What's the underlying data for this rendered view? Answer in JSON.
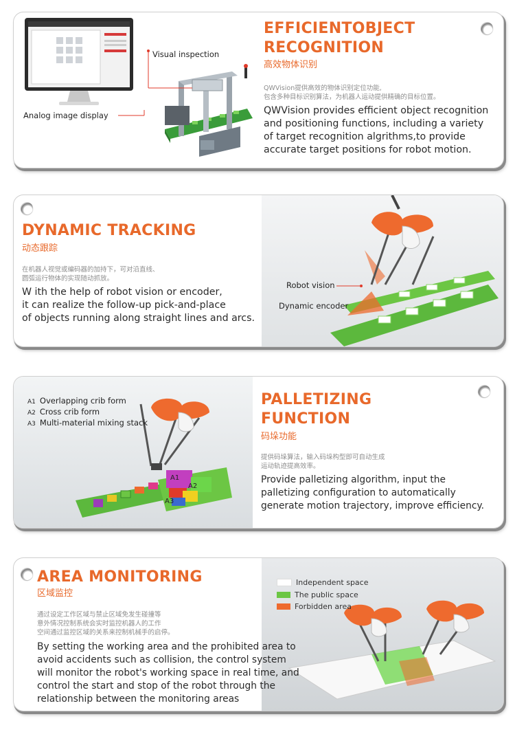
{
  "cards": [
    {
      "title_lines": [
        "EFFICIENTOBJECT",
        "RECOGNITION"
      ],
      "title_cn": "高效物体识别",
      "cn_desc": [
        "QWVision提供高效的物体识别定位功能,",
        "包含多种目标识别算法，为机器人运动提供精确的目标位置。"
      ],
      "en_desc": [
        "QWVision provides efficient object recognition",
        "and positioning functions, including a variety",
        "of target recognition algrithms,to provide",
        "accurate target positions for robot motion."
      ],
      "callouts": [
        "Visual inspection",
        "Analog image display"
      ]
    },
    {
      "title_lines": [
        "DYNAMIC TRACKING"
      ],
      "title_cn": "动态跟踪",
      "cn_desc": [
        "在机器人视觉或编码器的加持下，可对沿直线、",
        "圆弧运行物体的实现随动抓放。"
      ],
      "en_desc": [
        "W ith the help of robot vision or encoder,",
        "it can realize the follow-up pick-and-place",
        "of objects running along straight lines and arcs."
      ],
      "callouts": [
        "Robot vision",
        "Dynamic encoder"
      ]
    },
    {
      "title_lines": [
        "PALLETIZING",
        "FUNCTION"
      ],
      "title_cn": "码垛功能",
      "cn_desc": [
        "提供码垛算法，输入码垛构型即可自动生成",
        "运动轨迹提高效率。"
      ],
      "en_desc": [
        "Provide palletizing algorithm, input the",
        "palletizing configuration to automatically",
        "generate motion trajectory, improve efficiency."
      ],
      "crib_forms": [
        {
          "id": "A1",
          "label": "Overlapping crib form"
        },
        {
          "id": "A2",
          "label": "Cross crib form"
        },
        {
          "id": "A3",
          "label": "Multi-material mixing stack"
        }
      ],
      "box_labels": [
        "A1",
        "A2",
        "A3"
      ]
    },
    {
      "title_lines": [
        "AREA MONITORING"
      ],
      "title_cn": "区域监控",
      "cn_desc": [
        "通过设定工作区域与禁止区域免发生碰撞等",
        "意外情况控制系统会实时监控机器人的工作",
        "空间通过监控区域的关系来控制机械手的启停。"
      ],
      "en_desc": [
        "By setting the working area and the prohibited area to",
        "avoid accidents such as collision, the control system",
        "will monitor the robot's working space in real time, and",
        "control the start and stop of the robot through the",
        "relationship between the monitoring areas"
      ],
      "legend": [
        {
          "label": "Independent space",
          "color": "#ffffff"
        },
        {
          "label": "The public space",
          "color": "#6cc644"
        },
        {
          "label": "Forbidden area",
          "color": "#ee6a2e"
        }
      ]
    }
  ],
  "colors": {
    "accent": "#e8692b",
    "green": "#6cc644"
  }
}
